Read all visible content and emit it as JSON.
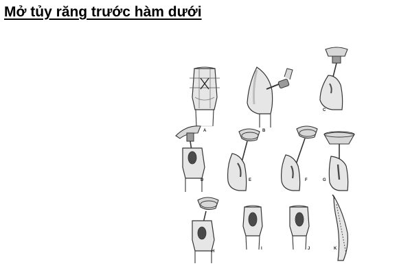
{
  "slide": {
    "title": "Mở tủy răng trước hàm dưới"
  },
  "figure": {
    "panels": [
      {
        "letter": "A",
        "stage": "outline-marking"
      },
      {
        "letter": "B",
        "stage": "initial-entry-bur"
      },
      {
        "letter": "C",
        "stage": "bur-penetration"
      },
      {
        "letter": "D",
        "stage": "handpiece-access"
      },
      {
        "letter": "E",
        "stage": "angled-bur-entry"
      },
      {
        "letter": "F",
        "stage": "deep-bur-entry"
      },
      {
        "letter": "G",
        "stage": "vertical-bur-canal"
      },
      {
        "letter": "H",
        "stage": "access-refinement"
      },
      {
        "letter": "I",
        "stage": "access-cavity-lingual-view"
      },
      {
        "letter": "J",
        "stage": "access-cavity-finished"
      },
      {
        "letter": "K",
        "stage": "file-in-canal"
      }
    ]
  },
  "colors": {
    "outline": "#333333",
    "tooth_fill": "#e6e6e6",
    "tooth_shade": "#bdbdbd",
    "cavity": "#4a4a4a",
    "metal": "#9a9a9a"
  }
}
